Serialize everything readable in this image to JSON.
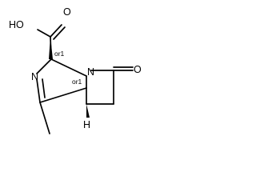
{
  "molecule": {
    "atoms": {
      "hydroxyl": "HO",
      "carbonyl_oxygen_acid": "O",
      "carbonyl_oxygen_lactam": "O",
      "nitrogen_imine": "N",
      "nitrogen_bridgehead": "N",
      "hydrogen_bridgehead": "H"
    },
    "stereo_descriptors": {
      "c2": "or1",
      "c5": "or1"
    }
  }
}
